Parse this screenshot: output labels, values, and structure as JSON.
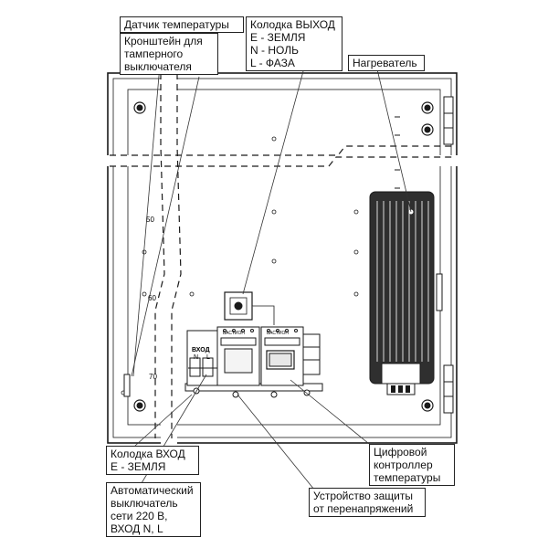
{
  "callouts": {
    "temp_sensor": [
      "Датчик температуры"
    ],
    "bracket": [
      "Кронштейн для",
      "тамперного",
      "выключателя"
    ],
    "out_block": [
      "Колодка ВЫХОД",
      "E - ЗЕМЛЯ",
      "N - НОЛЬ",
      "L - ФАЗА"
    ],
    "heater": [
      "Нагреватель"
    ],
    "in_block": [
      "Колодка ВХОД",
      "E - ЗЕМЛЯ"
    ],
    "breaker": [
      "Автоматический",
      "выключатель",
      "сети 220 В,",
      "ВХОД N, L"
    ],
    "controller": [
      "Цифровой",
      "контроллер",
      "температуры"
    ],
    "surge": [
      "Устройство защиты",
      "от перенапряжений"
    ]
  },
  "scale_marks": [
    "50",
    "60",
    "70"
  ],
  "breaker_labels": {
    "title": "ВХОД",
    "n": "N",
    "l": "L"
  },
  "brand": "БАСТИОН",
  "colors": {
    "line": "#1a1a1a",
    "heater_fill": "#3a3a3a",
    "box_fill": "#ffffff"
  }
}
